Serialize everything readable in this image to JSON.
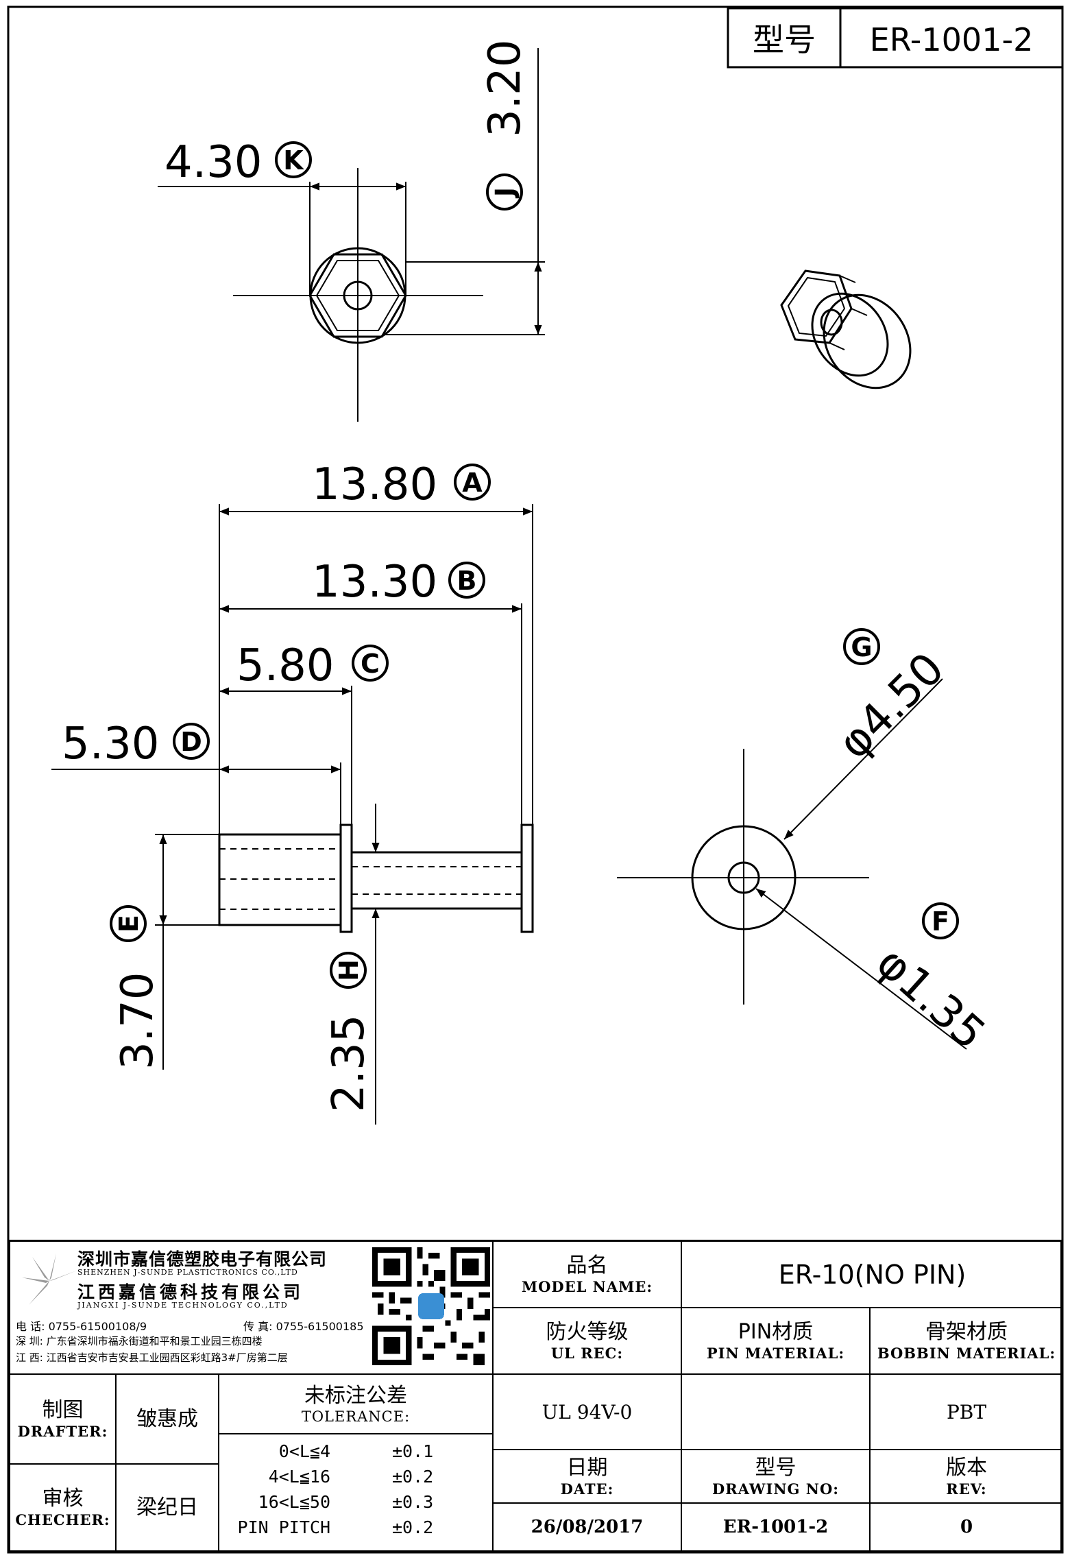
{
  "header": {
    "model_label": "型号",
    "model_value": "ER-1001-2"
  },
  "dimensions": {
    "K": {
      "value": "4.30",
      "letter": "K"
    },
    "J": {
      "value": "3.20",
      "letter": "J"
    },
    "A": {
      "value": "13.80",
      "letter": "A"
    },
    "B": {
      "value": "13.30",
      "letter": "B"
    },
    "C": {
      "value": "5.80",
      "letter": "C"
    },
    "D": {
      "value": "5.30",
      "letter": "D"
    },
    "E": {
      "value": "3.70",
      "letter": "E"
    },
    "H": {
      "value": "2.35",
      "letter": "H"
    },
    "G": {
      "value": "φ4.50",
      "letter": "G"
    },
    "F": {
      "value": "φ1.35",
      "letter": "F"
    }
  },
  "company": {
    "name_shenzhen": "深圳市嘉信德塑胶电子有限公司",
    "name_shenzhen_en": "SHENZHEN J-SUNDE PLASTICTRONICS CO.,LTD",
    "name_jiangxi": "江西嘉信德科技有限公司",
    "name_jiangxi_en": "JIANGXI J-SUNDE TECHNOLOGY CO.,LTD",
    "phone": "电 话: 0755-61500108/9",
    "fax": "传 真: 0755-61500185",
    "addr_sz": "深 圳: 广东省深圳市福永街道和平和景工业园三栋四楼",
    "addr_jx": "江 西: 江西省吉安市吉安县工业园西区彩虹路3#厂房第二层"
  },
  "title_block": {
    "model_name_zh": "品名",
    "model_name_en": "MODEL NAME:",
    "model_name_value": "ER-10(NO PIN)",
    "ul_zh": "防火等级",
    "ul_en": "UL REC:",
    "ul_value": "UL 94V-0",
    "pin_mat_zh": "PIN材质",
    "pin_mat_en": "PIN MATERIAL:",
    "pin_mat_value": "",
    "bobbin_mat_zh": "骨架材质",
    "bobbin_mat_en": "BOBBIN MATERIAL:",
    "bobbin_mat_value": "PBT",
    "drafter_zh": "制图",
    "drafter_en": "DRAFTER:",
    "drafter_value": "皱惠成",
    "checker_zh": "审核",
    "checker_en": "CHECHER:",
    "checker_value": "梁纪日",
    "tolerance_zh": "未标注公差",
    "tolerance_en": "TOLERANCE:",
    "tolerances": [
      {
        "range": "0<L≦4",
        "tol": "±0.1"
      },
      {
        "range": "4<L≦16",
        "tol": "±0.2"
      },
      {
        "range": "16<L≦50",
        "tol": "±0.3"
      },
      {
        "range": "PIN PITCH",
        "tol": "±0.2"
      }
    ],
    "date_zh": "日期",
    "date_en": "DATE:",
    "date_value": "26/08/2017",
    "drawing_no_zh": "型号",
    "drawing_no_en": "DRAWING NO:",
    "drawing_no_value": "ER-1001-2",
    "rev_zh": "版本",
    "rev_en": "REV:",
    "rev_value": "0"
  }
}
